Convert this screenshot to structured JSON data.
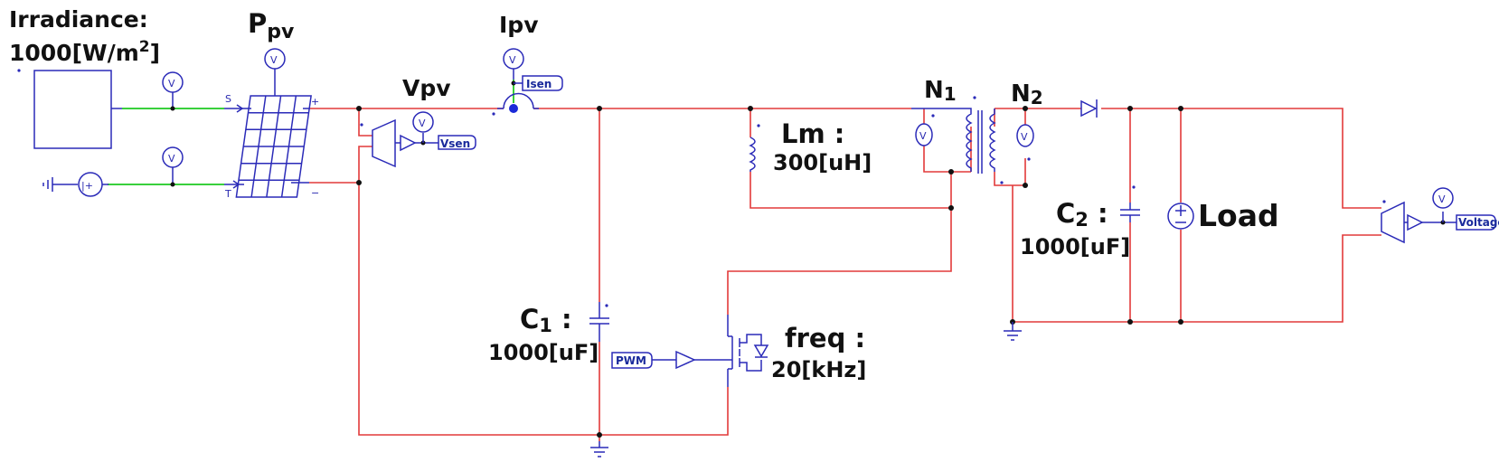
{
  "labels": {
    "irradiance_title": "Irradiance:",
    "irradiance_value": "1000[W/m",
    "irradiance_exp": "2",
    "irradiance_close": "]",
    "ppv_main": "P",
    "ppv_sub": "pv",
    "vpv": "Vpv",
    "ipv": "Ipv",
    "lm_name": "Lm :",
    "lm_value": "300[uH]",
    "n1_main": "N",
    "n1_sub": "1",
    "n2_main": "N",
    "n2_sub": "2",
    "c2_name": "C",
    "c2_sub": "2",
    "c2_colon": " :",
    "c2_value": "1000[uF]",
    "c1_name": "C",
    "c1_sub": "1",
    "c1_colon": " :",
    "c1_value": "1000[uF]",
    "freq_name": "freq :",
    "freq_value": "20[kHz]",
    "load": "Load"
  },
  "tags": {
    "isen": "Isen",
    "vsen": "Vsen",
    "pwm": "PWM",
    "voltage": "Voltage"
  },
  "pins": {
    "panel_s": "S",
    "panel_t": "T",
    "panel_plus": "+",
    "panel_minus": "−",
    "voltmeter": "V"
  },
  "colors": {
    "wire": "#e23a3a",
    "signal": "#39d03c",
    "component": "#2a2ab8"
  }
}
